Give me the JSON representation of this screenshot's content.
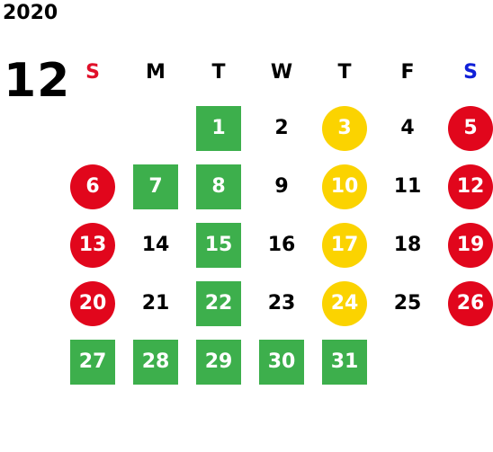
{
  "header": {
    "year": "2020",
    "month": "12"
  },
  "colors": {
    "holiday": "#e1061c",
    "green": "#3daf4c",
    "yellow": "#fbd300",
    "sunday_label": "#e0102a",
    "saturday_label": "#1020d8"
  },
  "weekdays": [
    "S",
    "M",
    "T",
    "W",
    "T",
    "F",
    "S"
  ],
  "weeks": [
    [
      {
        "day": "",
        "style": "none"
      },
      {
        "day": "",
        "style": "none"
      },
      {
        "day": "1",
        "style": "green"
      },
      {
        "day": "2",
        "style": "plain"
      },
      {
        "day": "3",
        "style": "yellow"
      },
      {
        "day": "4",
        "style": "plain"
      },
      {
        "day": "5",
        "style": "red"
      }
    ],
    [
      {
        "day": "6",
        "style": "red"
      },
      {
        "day": "7",
        "style": "green"
      },
      {
        "day": "8",
        "style": "green"
      },
      {
        "day": "9",
        "style": "plain"
      },
      {
        "day": "10",
        "style": "yellow"
      },
      {
        "day": "11",
        "style": "plain"
      },
      {
        "day": "12",
        "style": "red"
      }
    ],
    [
      {
        "day": "13",
        "style": "red"
      },
      {
        "day": "14",
        "style": "plain"
      },
      {
        "day": "15",
        "style": "green"
      },
      {
        "day": "16",
        "style": "plain"
      },
      {
        "day": "17",
        "style": "yellow"
      },
      {
        "day": "18",
        "style": "plain"
      },
      {
        "day": "19",
        "style": "red"
      }
    ],
    [
      {
        "day": "20",
        "style": "red"
      },
      {
        "day": "21",
        "style": "plain"
      },
      {
        "day": "22",
        "style": "green"
      },
      {
        "day": "23",
        "style": "plain"
      },
      {
        "day": "24",
        "style": "yellow"
      },
      {
        "day": "25",
        "style": "plain"
      },
      {
        "day": "26",
        "style": "red"
      }
    ],
    [
      {
        "day": "27",
        "style": "green"
      },
      {
        "day": "28",
        "style": "green"
      },
      {
        "day": "29",
        "style": "green"
      },
      {
        "day": "30",
        "style": "green"
      },
      {
        "day": "31",
        "style": "green"
      },
      {
        "day": "",
        "style": "none"
      },
      {
        "day": "",
        "style": "none"
      }
    ]
  ]
}
